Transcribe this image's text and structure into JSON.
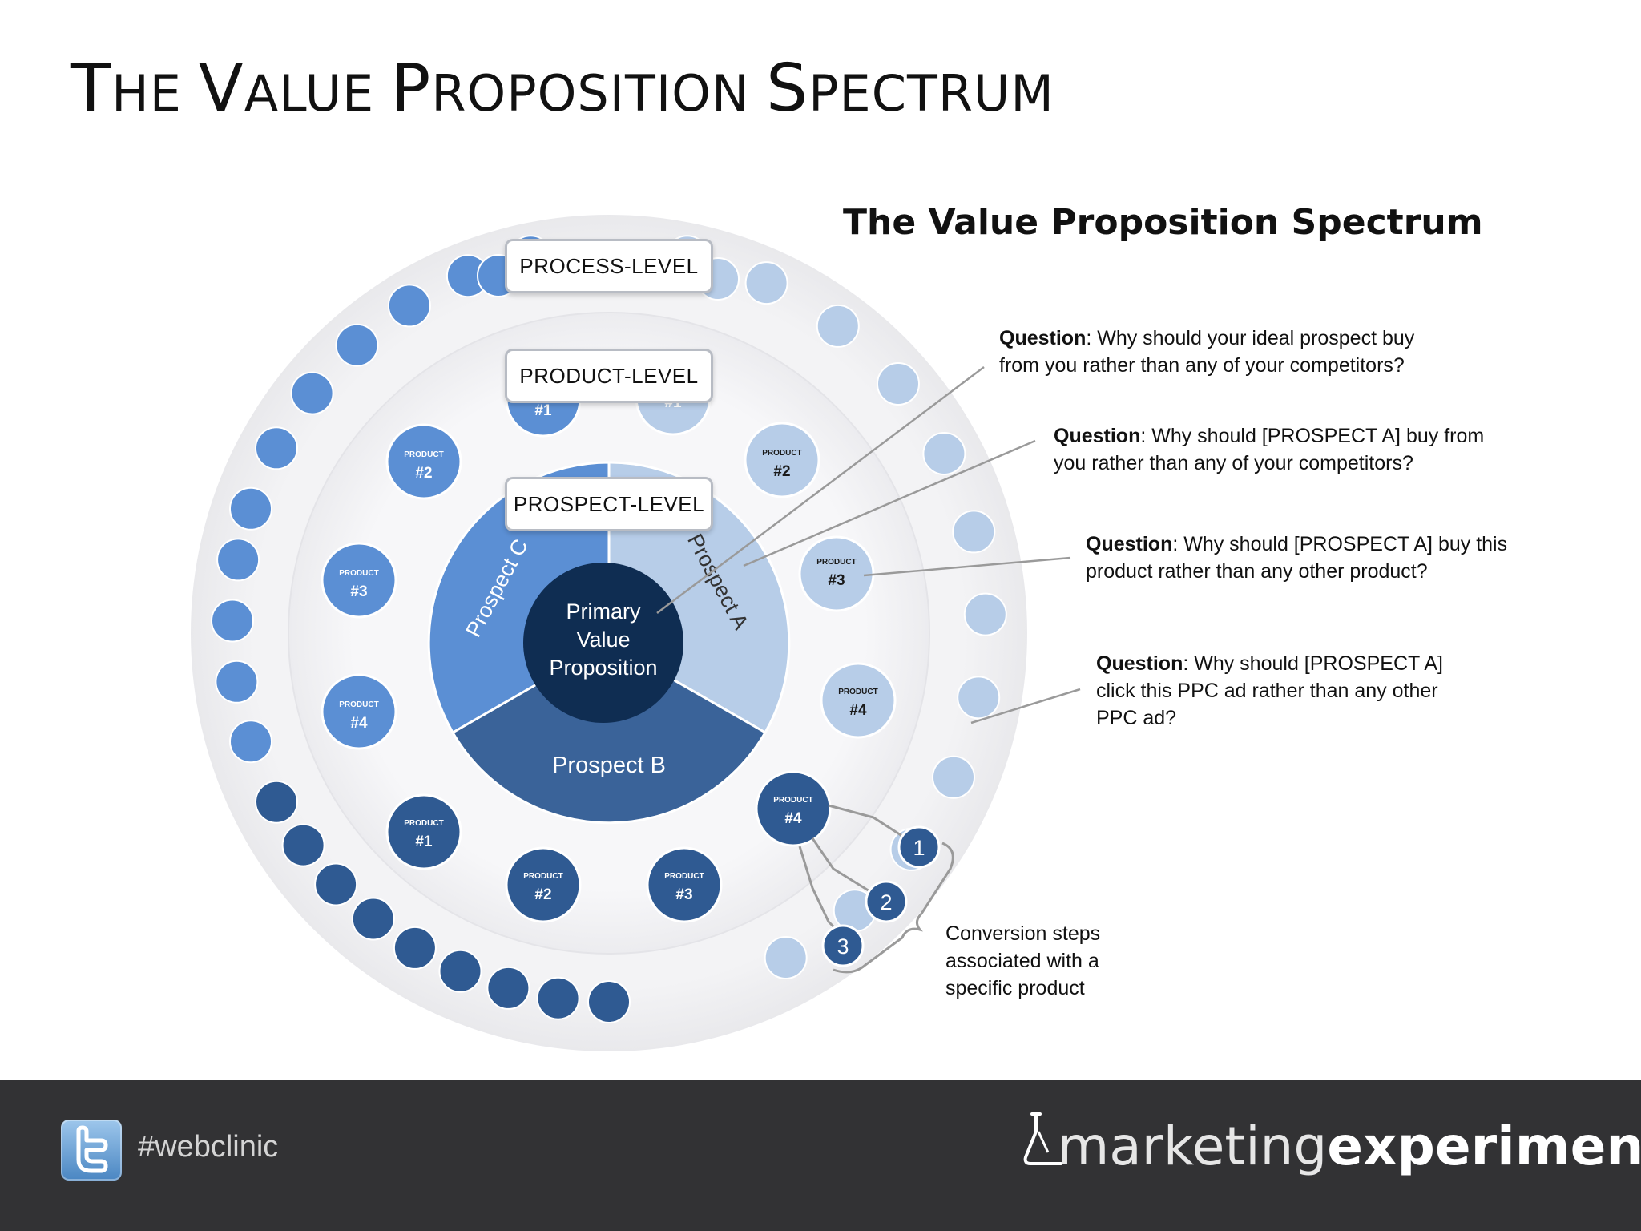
{
  "slide_title": {
    "cap1": "T",
    "rest1": "HE ",
    "cap2": "V",
    "rest2": "ALUE ",
    "cap3": "P",
    "rest3": "ROPOSITION ",
    "cap4": "S",
    "rest4": "PECTRUM"
  },
  "diagram_heading": "The Value Proposition Spectrum",
  "levels": {
    "process": "PROCESS-LEVEL",
    "product": "PRODUCT-LEVEL",
    "prospect": "PROSPECT-LEVEL"
  },
  "core": {
    "line1": "Primary",
    "line2": "Value",
    "line3": "Proposition"
  },
  "prospects": {
    "a": "Prospect A",
    "b": "Prospect B",
    "c": "Prospect C"
  },
  "product_word": "PRODUCT",
  "products": {
    "c2": "#2",
    "c3": "#3",
    "c4": "#4",
    "c1_top": "#1",
    "a1_top": "#1",
    "a2": "#2",
    "a3": "#3",
    "a4": "#4",
    "b1": "#1",
    "b2": "#2",
    "b3": "#3",
    "b4": "#4"
  },
  "steps": [
    "1",
    "2",
    "3"
  ],
  "questions": [
    {
      "label": "Question",
      "text": ": Why should your ideal prospect buy from you rather than any of your competitors?"
    },
    {
      "label": "Question",
      "text": ": Why should [PROSPECT A] buy from you rather than any of your competitors?"
    },
    {
      "label": "Question",
      "text": ": Why should [PROSPECT A] buy this product rather than any other product?"
    },
    {
      "label": "Question",
      "text": ": Why should [PROSPECT A] click this PPC ad rather than any other PPC ad?"
    }
  ],
  "conversion_note": "Conversion steps associated with a specific product",
  "footer": {
    "hashtag": "#webclinic",
    "brand_light": "marketing",
    "brand_bold": "experiments"
  },
  "colors": {
    "prospect_a": "#b7cde8",
    "prospect_b": "#3a6399",
    "prospect_c": "#5b8fd4",
    "core": "#0f2d52",
    "footer_bg": "#323234"
  }
}
